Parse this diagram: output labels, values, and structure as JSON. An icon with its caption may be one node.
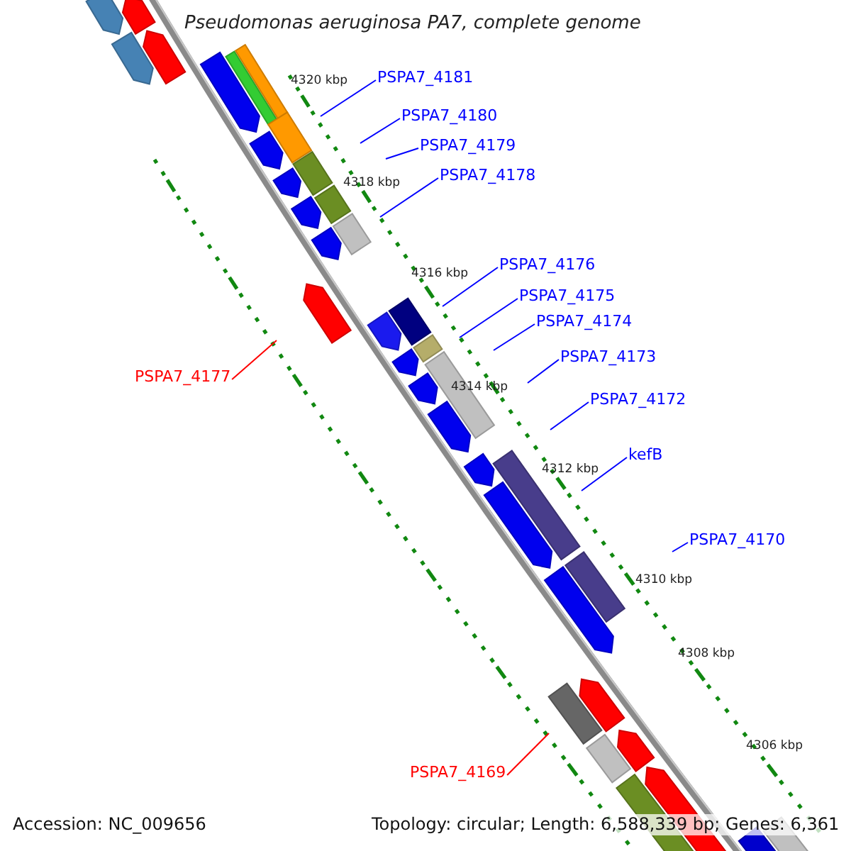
{
  "diagram": {
    "title": "Pseudomonas aeruginosa PA7, complete genome",
    "nodes": [
      {
        "text": [
          "PSPA7_4181"
        ]
      },
      {
        "text": [
          "PSPA7_4180"
        ]
      },
      {
        "text": [
          "PSPA7_4179"
        ]
      },
      {
        "text": [
          "PSPA7_4178"
        ]
      },
      {
        "text": [
          "PSPA7_4176"
        ]
      },
      {
        "text": [
          "PSPA7_4175"
        ]
      },
      {
        "text": [
          "PSPA7_4174"
        ]
      },
      {
        "text": [
          "PSPA7_4173"
        ]
      },
      {
        "text": [
          "PSPA7_4177"
        ]
      },
      {
        "text": [
          "PSPA7_4172"
        ]
      },
      {
        "text": [
          "kefB"
        ]
      },
      {
        "text": [
          "PSPA7_4170"
        ]
      },
      {
        "text": [
          "PSPA7_4169"
        ]
      }
    ],
    "edges": [
      {
        "from": 0,
        "to": null,
        "arrow": "none"
      },
      {
        "from": 1,
        "to": null,
        "arrow": "none"
      },
      {
        "from": 2,
        "to": null,
        "arrow": "none"
      },
      {
        "from": 3,
        "to": null,
        "arrow": "none"
      },
      {
        "from": 4,
        "to": null,
        "arrow": "none"
      },
      {
        "from": 5,
        "to": null,
        "arrow": "none"
      },
      {
        "from": 6,
        "to": null,
        "arrow": "none"
      },
      {
        "from": 7,
        "to": null,
        "arrow": "none"
      },
      {
        "from": 8,
        "to": null,
        "arrow": "none",
        "color": "#ff0000"
      },
      {
        "from": 9,
        "to": null,
        "arrow": "none"
      },
      {
        "from": 10,
        "to": null,
        "arrow": "none"
      },
      {
        "from": 11,
        "to": null,
        "arrow": "none"
      },
      {
        "from": 12,
        "to": null,
        "arrow": "none",
        "color": "#ff0000"
      }
    ],
    "labels": [
      "4320 kbp",
      "4318 kbp",
      "4316 kbp",
      "4314 kbp",
      "4312 kbp",
      "4310 kbp",
      "4308 kbp",
      "4306 kbp",
      "Accession: NC_009656",
      "Topology: circular; Length: 6,588,339 bp; Genes: 6,361"
    ]
  }
}
